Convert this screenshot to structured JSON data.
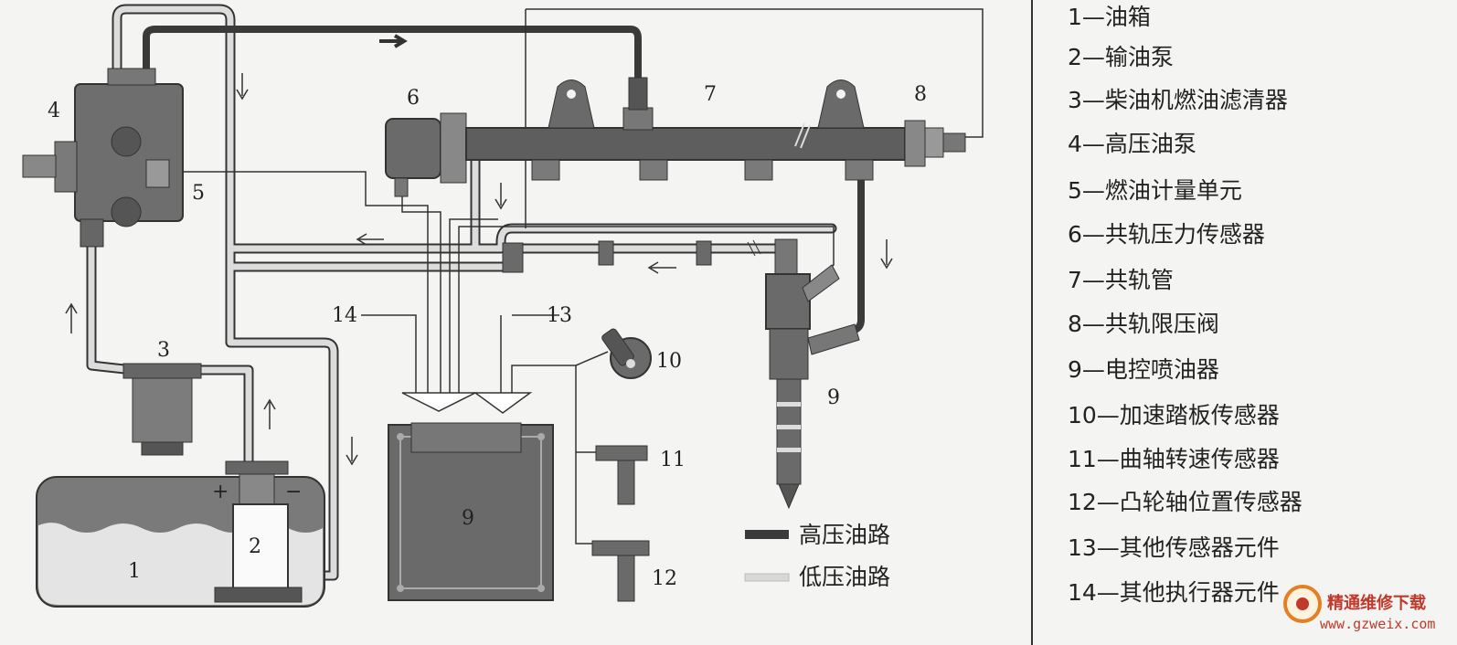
{
  "diagram": {
    "callouts": [
      "1",
      "2",
      "3",
      "4",
      "5",
      "6",
      "7",
      "8",
      "9",
      "10",
      "11",
      "12",
      "13",
      "14"
    ],
    "ecu_label": "9",
    "terminals": {
      "plus": "+",
      "minus": "−"
    },
    "line_legend": {
      "high_pressure": "高压油路",
      "low_pressure": "低压油路"
    }
  },
  "legend": [
    "1—油箱",
    "2—输油泵",
    "3—柴油机燃油滤清器",
    "4—高压油泵",
    "5—燃油计量单元",
    "6—共轨压力传感器",
    "7—共轨管",
    "8—共轨限压阀",
    "9—电控喷油器",
    "10—加速踏板传感器",
    "11—曲轴转速传感器",
    "12—凸轮轴位置传感器",
    "13—其他传感器元件",
    "14—其他执行器元件"
  ],
  "watermark": {
    "title": "精通维修下载",
    "url": "www.gzweix.com"
  },
  "colors": {
    "high_pressure": "#3a3a3a",
    "low_pressure": "#d2d2d2",
    "component": "#6e6e6e"
  }
}
